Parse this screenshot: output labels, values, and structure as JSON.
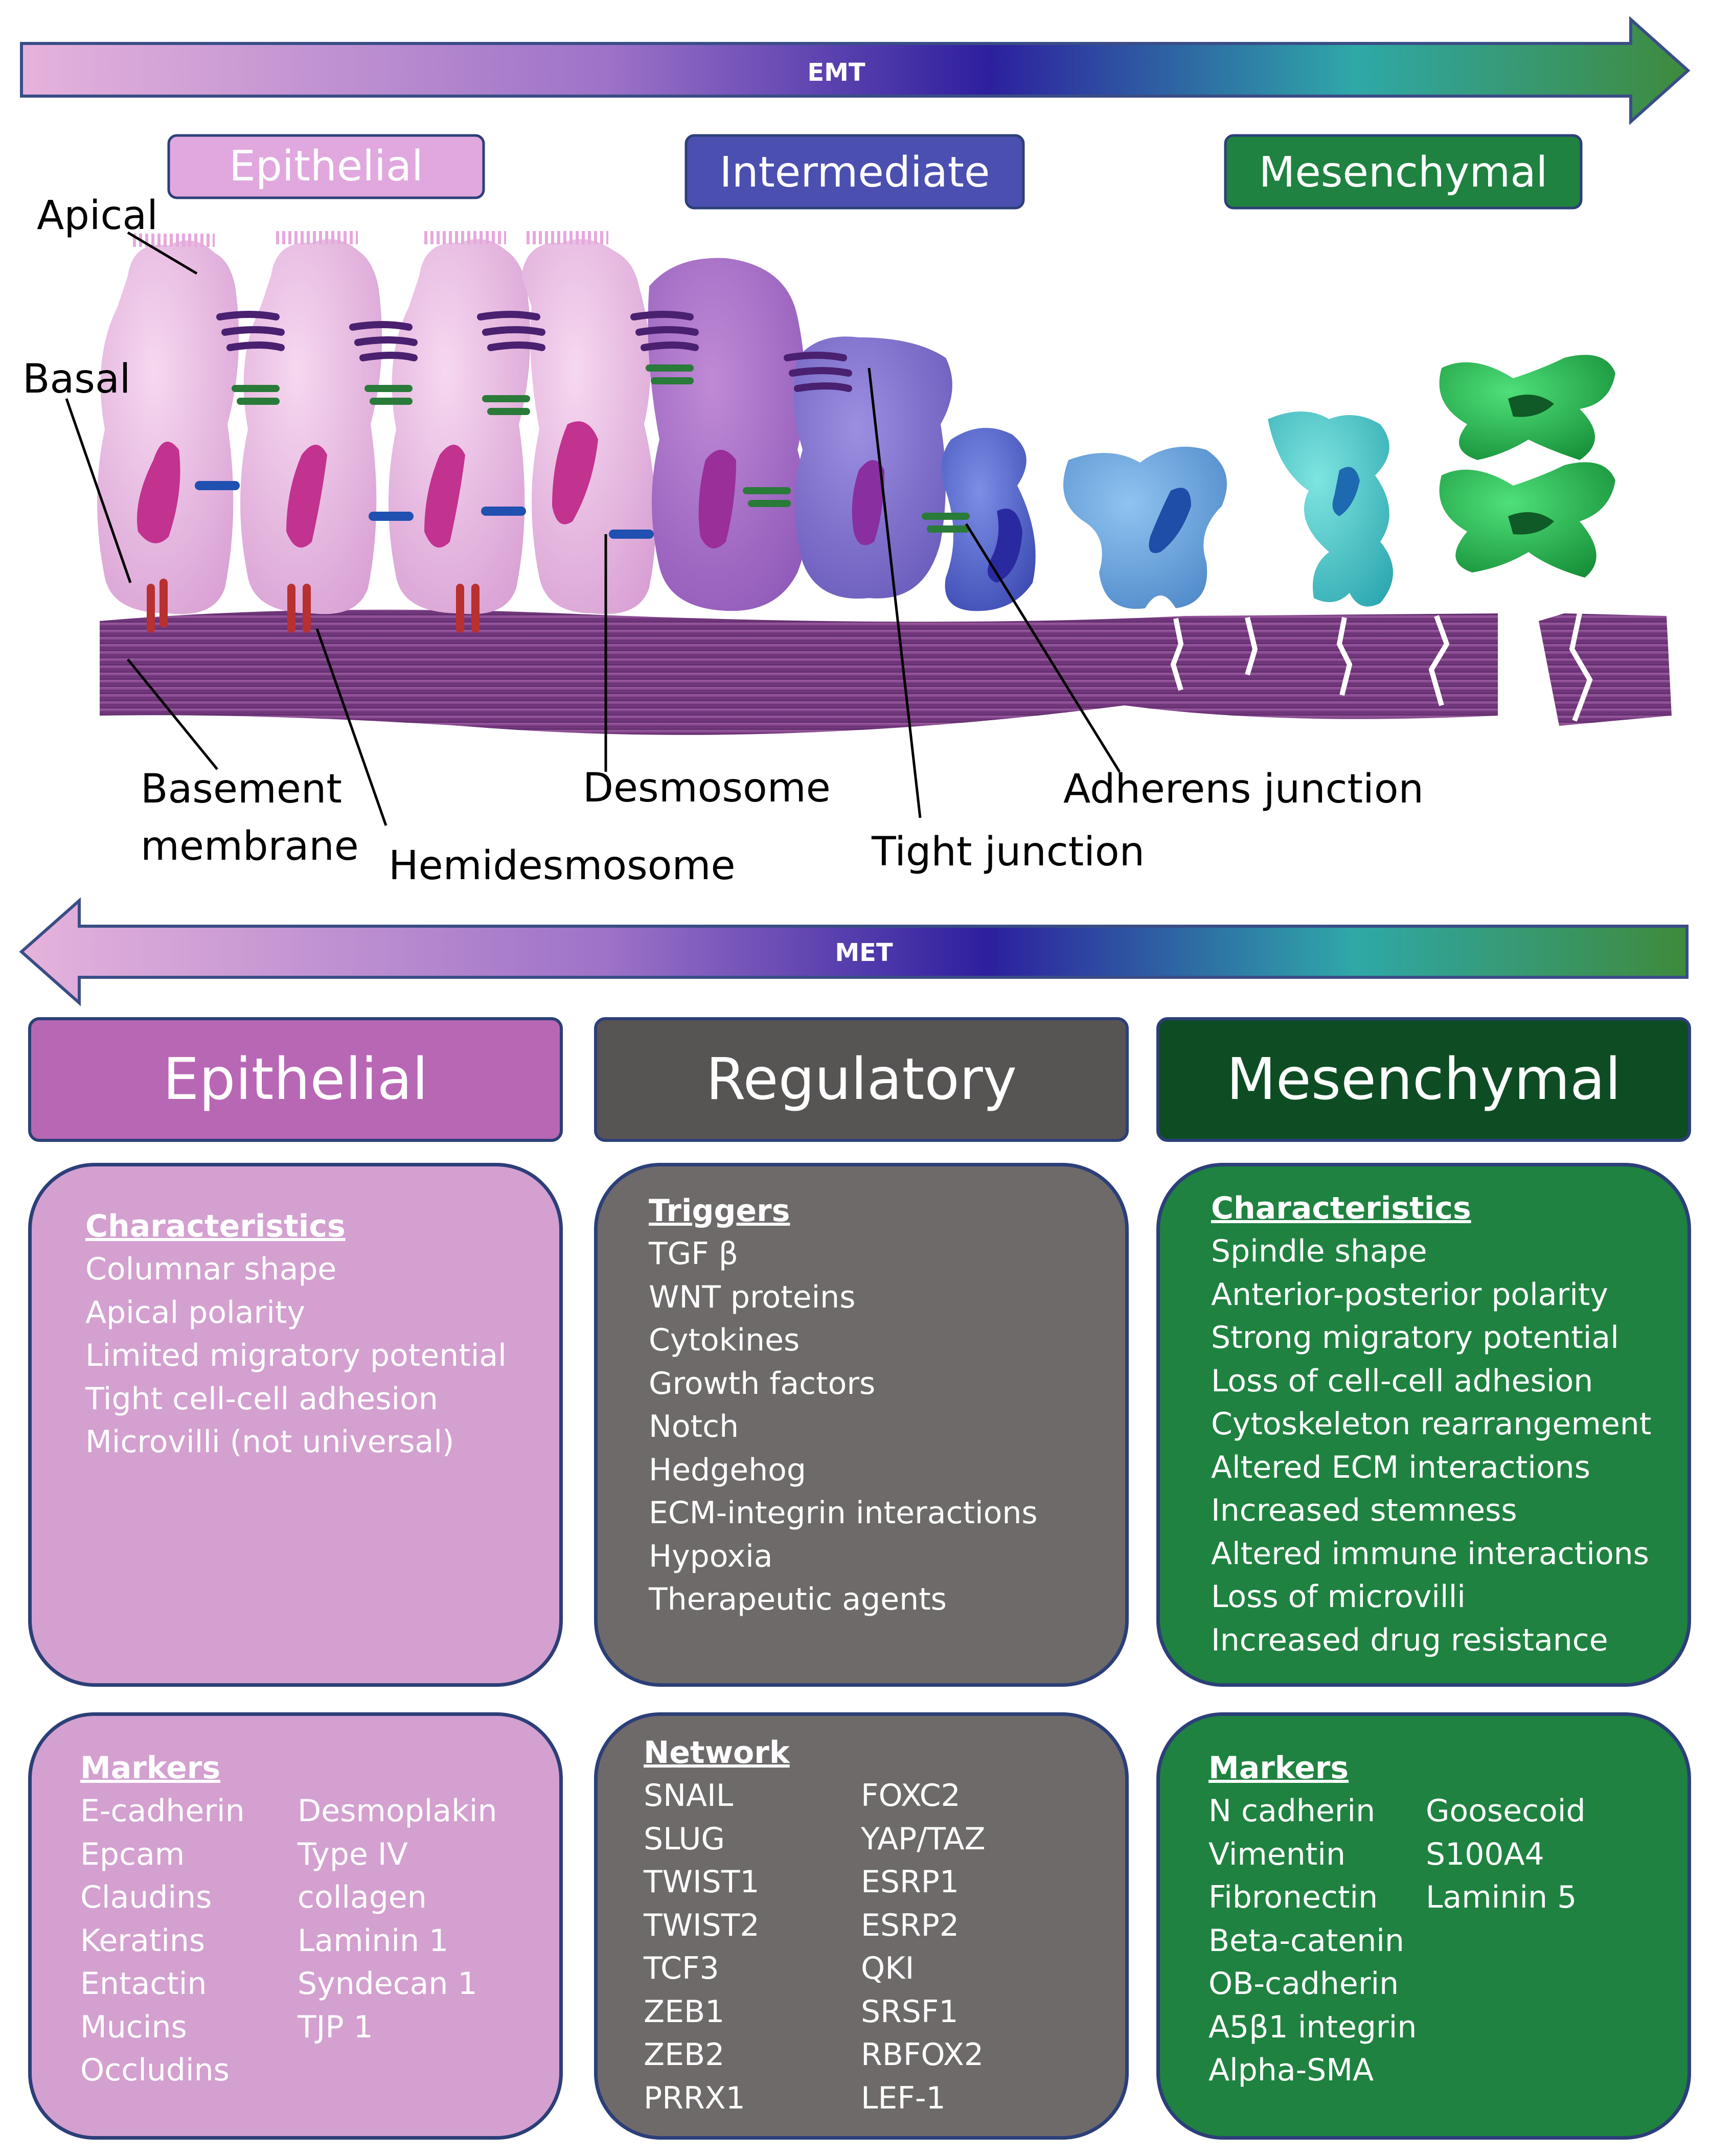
{
  "arrows": {
    "emt_label": "EMT",
    "met_label": "MET"
  },
  "stages": {
    "epithelial": "Epithelial",
    "intermediate": "Intermediate",
    "mesenchymal": "Mesenchymal"
  },
  "cell_labels": {
    "apical": "Apical",
    "basal": "Basal",
    "basement_line1": "Basement",
    "basement_line2": "membrane",
    "hemidesmosome": "Hemidesmosome",
    "desmosome": "Desmosome",
    "tight_junction": "Tight junction",
    "adherens_junction": "Adherens junction"
  },
  "headers": {
    "epithelial": "Epithelial",
    "regulatory": "Regulatory",
    "mesenchymal": "Mesenchymal"
  },
  "epithelial_characteristics": {
    "title": "Characteristics",
    "items": [
      "Columnar shape",
      "Apical polarity",
      "Limited migratory potential",
      "Tight cell-cell adhesion",
      "Microvilli (not universal)"
    ]
  },
  "regulatory_triggers": {
    "title": "Triggers",
    "items": [
      "TGF β",
      "WNT proteins",
      "Cytokines",
      "Growth factors",
      "Notch",
      "Hedgehog",
      "ECM-integrin interactions",
      "Hypoxia",
      "Therapeutic agents"
    ]
  },
  "mesenchymal_characteristics": {
    "title": "Characteristics",
    "items": [
      "Spindle shape",
      "Anterior-posterior polarity",
      "Strong migratory potential",
      "Loss of cell-cell adhesion",
      "Cytoskeleton rearrangement",
      "Altered ECM interactions",
      "Increased stemness",
      "Altered immune interactions",
      "Loss of microvilli",
      "Increased drug resistance"
    ]
  },
  "epithelial_markers": {
    "title": "Markers",
    "col1": [
      "E-cadherin",
      "Epcam",
      "Claudins",
      "Keratins",
      "Entactin",
      "Mucins",
      "Occludins"
    ],
    "col2": [
      "Desmoplakin",
      "Type IV",
      "collagen",
      "Laminin 1",
      "Syndecan 1",
      "TJP 1"
    ]
  },
  "regulatory_network": {
    "title": "Network",
    "col1": [
      "SNAIL",
      "SLUG",
      "TWIST1",
      "TWIST2",
      "TCF3",
      "ZEB1",
      "ZEB2",
      "PRRX1"
    ],
    "col2": [
      "FOXC2",
      "YAP/TAZ",
      "ESRP1",
      "ESRP2",
      "QKI",
      "SRSF1",
      "RBFOX2",
      "LEF-1"
    ]
  },
  "mesenchymal_markers": {
    "title": "Markers",
    "col1": [
      "N cadherin",
      "Vimentin",
      "Fibronectin",
      "Beta-catenin",
      "OB-cadherin",
      "A5β1 integrin",
      "Alpha-SMA"
    ],
    "col2": [
      "Goosecoid",
      "S100A4",
      "Laminin 5"
    ]
  },
  "colors": {
    "epithelial": "#d3a0d0",
    "epithelial_header": "#b867b5",
    "regulatory": "#6e6a6a",
    "regulatory_header": "#575454",
    "mesenchymal": "#1f8240",
    "mesenchymal_header": "#0e4d24",
    "intermediate": "#4a4fb0",
    "outline": "#2c3f78"
  }
}
